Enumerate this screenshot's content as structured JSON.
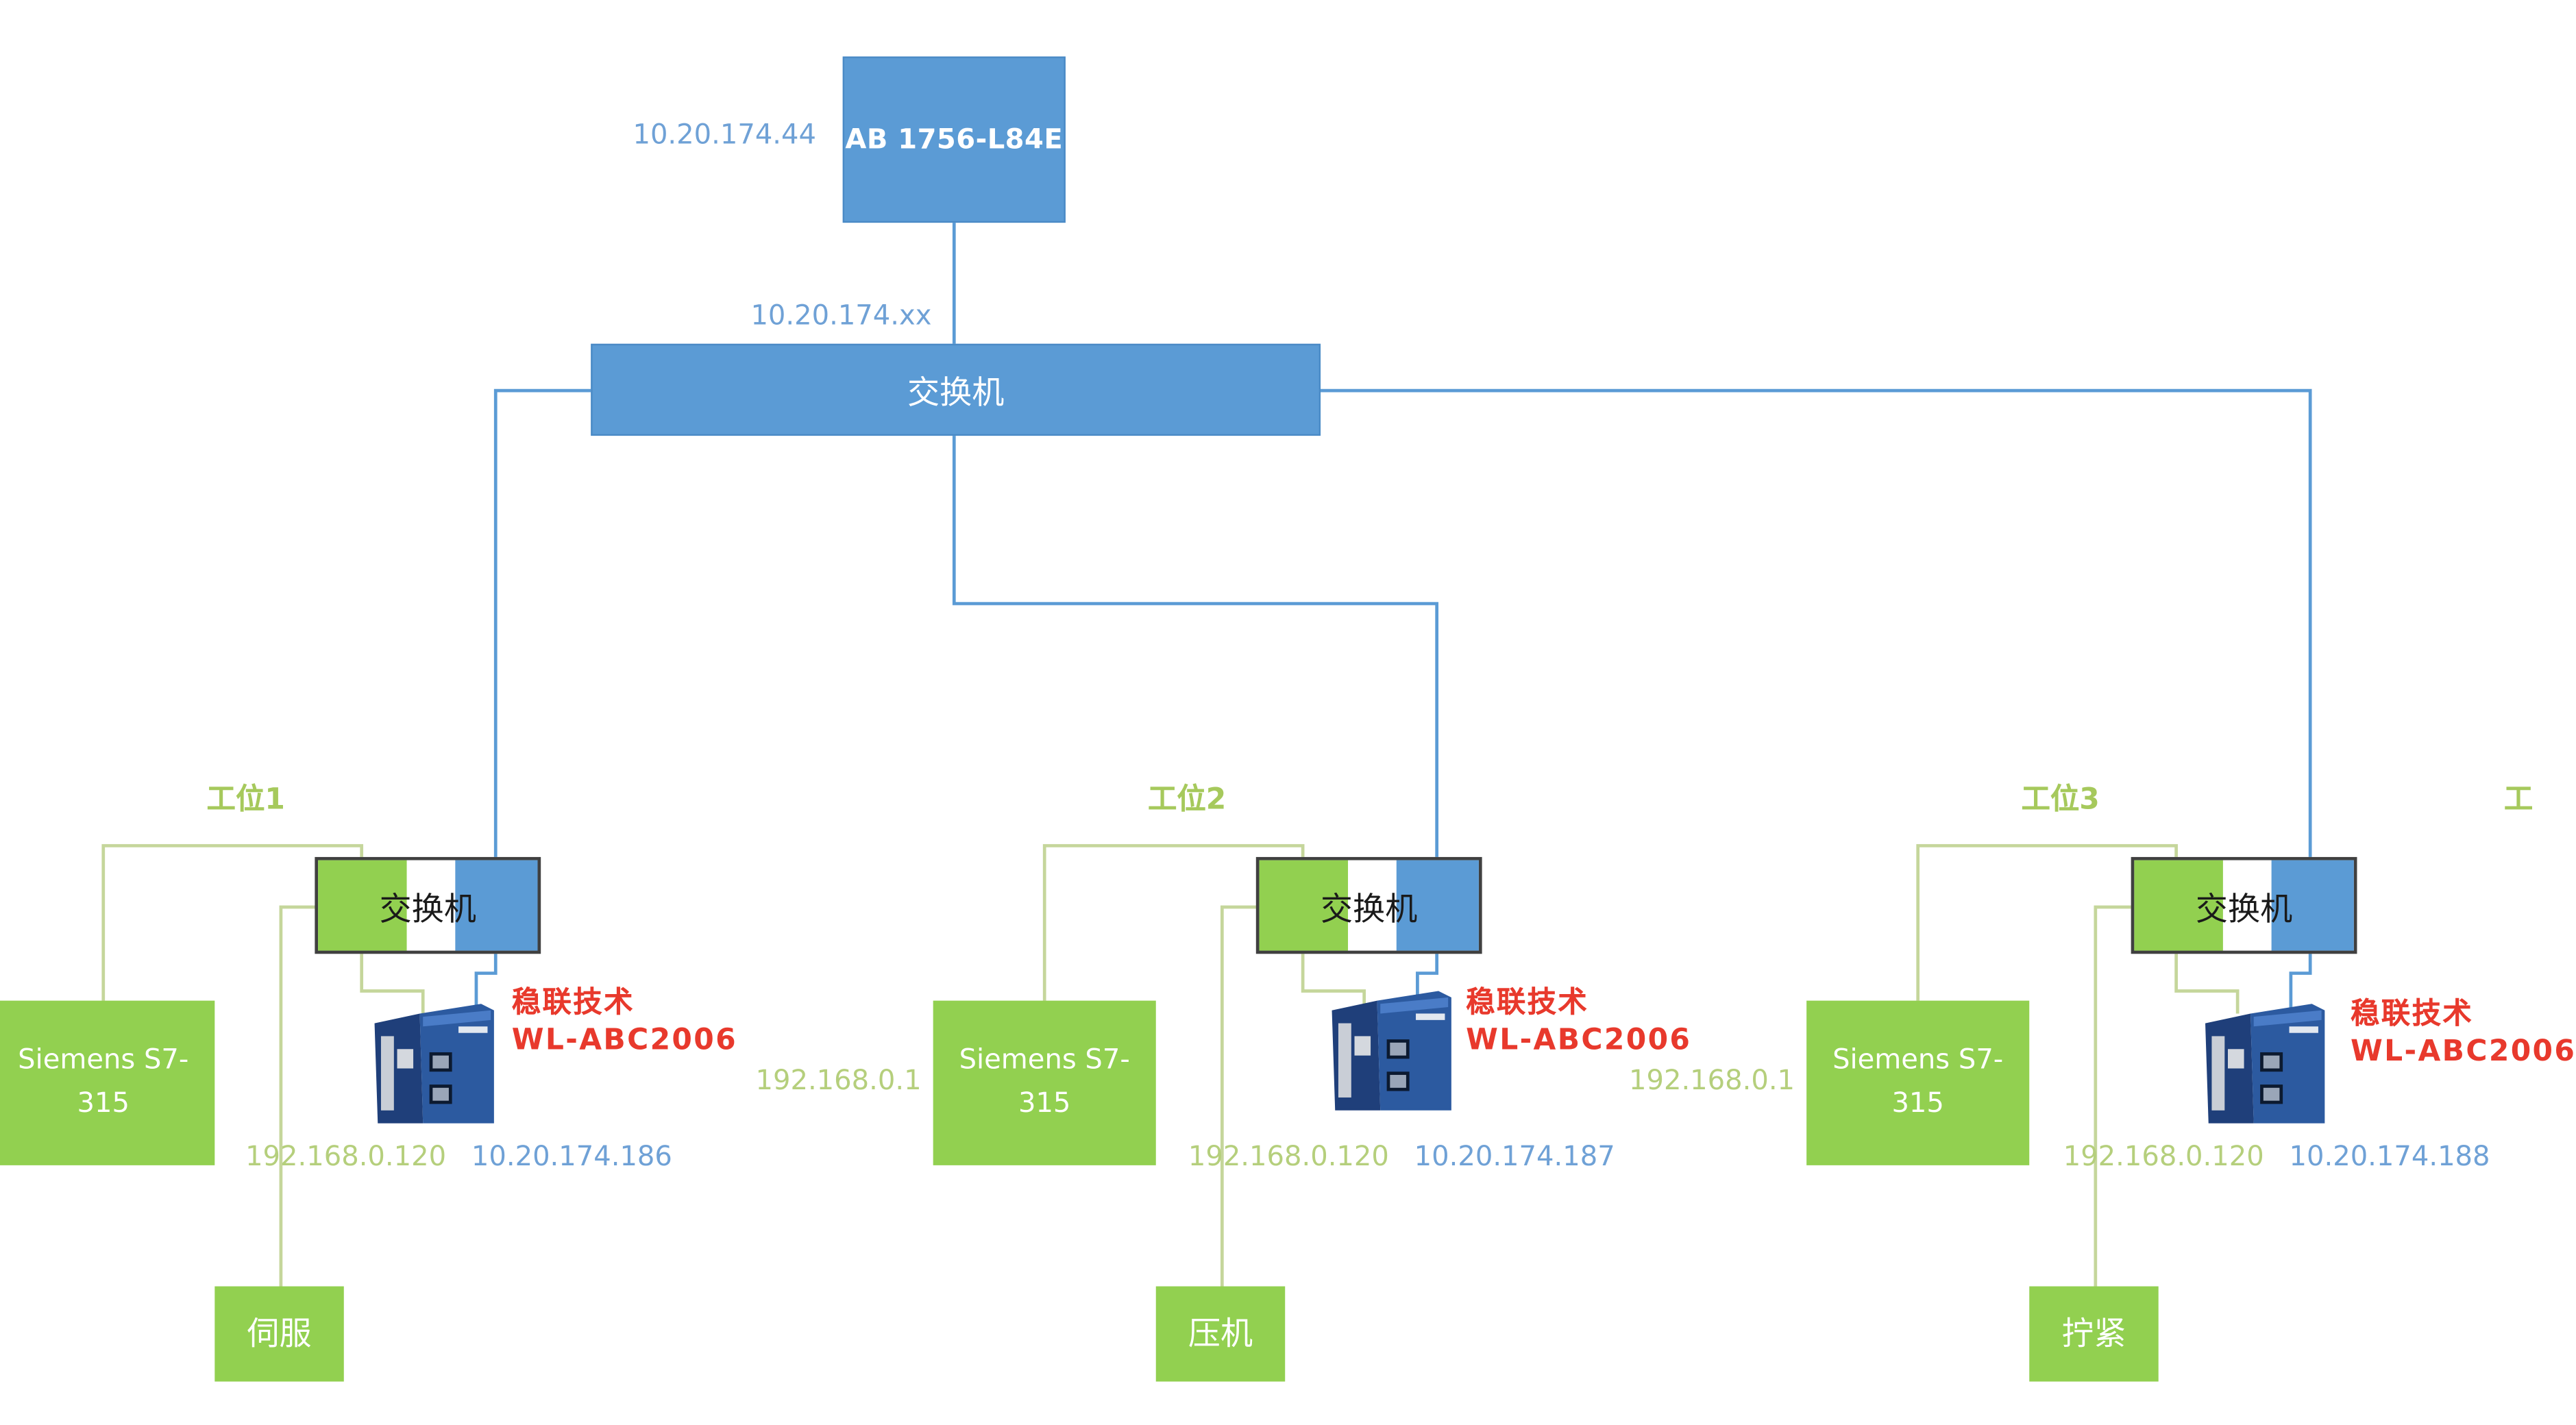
{
  "colors": {
    "ethernet_line": "#5b9bd5",
    "profinet_line": "#c5d69b",
    "plc_fill": "#5b9bd5",
    "device_fill": "#92d050",
    "station_label": "#a6c95c",
    "brand_red": "#e8392c"
  },
  "plc": {
    "label": "AB 1756-L84E",
    "ip": "10.20.174.44"
  },
  "core_switch": {
    "label": "交换机",
    "ip": "10.20.174.xx"
  },
  "stations": [
    {
      "name": "工位1",
      "switch_label": "交换机",
      "plc_label": "Siemens S7-315",
      "plc_ip": "",
      "gateway_brand": "稳联技术",
      "gateway_model": "WL-ABC2006",
      "gateway_ip_profinet": "192.168.0.120",
      "gateway_ip_ethernet": "10.20.174.186",
      "device_label": "伺服"
    },
    {
      "name": "工位2",
      "switch_label": "交换机",
      "plc_label": "Siemens S7-315",
      "plc_ip": "192.168.0.1",
      "gateway_brand": "稳联技术",
      "gateway_model": "WL-ABC2006",
      "gateway_ip_profinet": "192.168.0.120",
      "gateway_ip_ethernet": "10.20.174.187",
      "device_label": "压机"
    },
    {
      "name": "工位3",
      "switch_label": "交换机",
      "plc_label": "Siemens S7-315",
      "plc_ip": "192.168.0.1",
      "gateway_brand": "稳联技术",
      "gateway_model": "WL-ABC2006",
      "gateway_ip_profinet": "192.168.0.120",
      "gateway_ip_ethernet": "10.20.174.188",
      "device_label": "拧紧"
    }
  ],
  "partial_station_glyph": "工"
}
